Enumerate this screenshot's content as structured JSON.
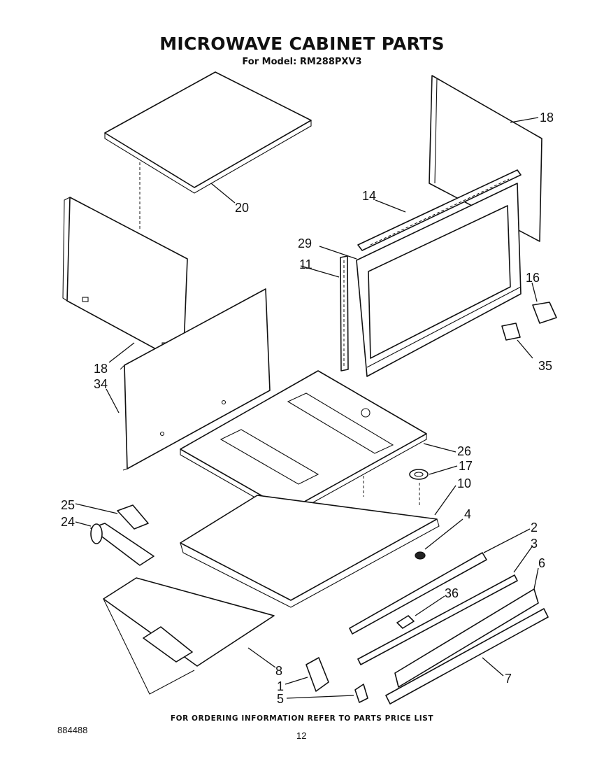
{
  "header": {
    "title": "MICROWAVE CABINET PARTS",
    "subtitle": "For Model: RM288PXV3"
  },
  "footer": {
    "ordering_note": "FOR ORDERING INFORMATION REFER TO PARTS PRICE LIST",
    "doc_number": "884488",
    "page_number": "12"
  },
  "callouts": {
    "p18_top": "18",
    "p20": "20",
    "p14": "14",
    "p29": "29",
    "p11": "11",
    "p16": "16",
    "p35": "35",
    "p18_left": "18",
    "p34": "34",
    "p26": "26",
    "p17": "17",
    "p10": "10",
    "p25": "25",
    "p24": "24",
    "p4": "4",
    "p2": "2",
    "p3": "3",
    "p6": "6",
    "p36": "36",
    "p8": "8",
    "p1": "1",
    "p5": "5",
    "p7": "7"
  }
}
